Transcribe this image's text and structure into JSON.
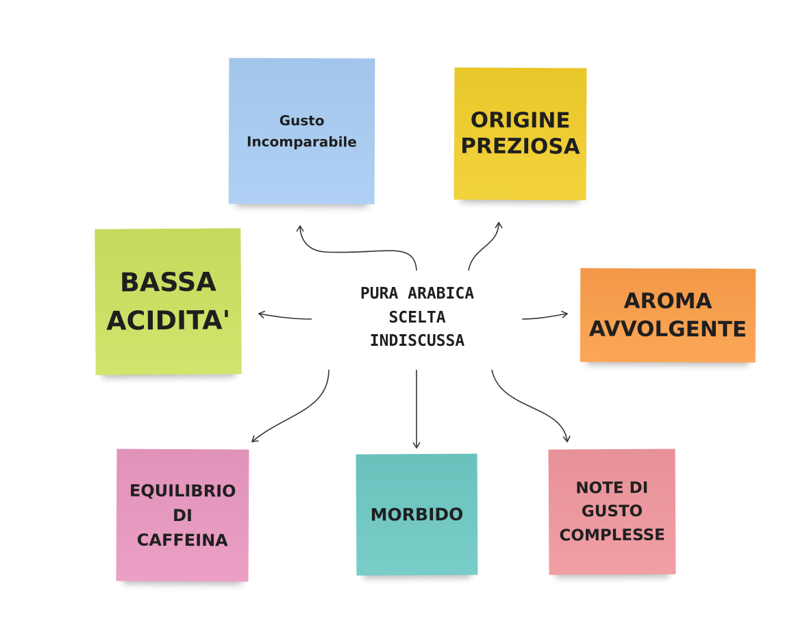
{
  "center": {
    "text": "PURA ARABICA\nSCELTA\nINDISCUSSA"
  },
  "notes": {
    "gusto": {
      "text": "Gusto\nIncomparabile",
      "color": "#a9cdf4"
    },
    "origine": {
      "text": "ORIGINE\nPREZIOSA",
      "color": "#f2cf2c"
    },
    "bassa": {
      "text": "BASSA\nACIDITA'",
      "color": "#cde260"
    },
    "aroma": {
      "text": "AROMA\nAVVOLGENTE",
      "color": "#fb9f4a"
    },
    "equilibrio": {
      "text": "EQUILIBRIO\nDI\nCAFFEINA",
      "color": "#ea98c0"
    },
    "morbido": {
      "text": "MORBIDO",
      "color": "#6ec9c4"
    },
    "note_gusto": {
      "text": "NOTE DI\nGUSTO\nCOMPLESSE",
      "color": "#f0979e"
    }
  }
}
